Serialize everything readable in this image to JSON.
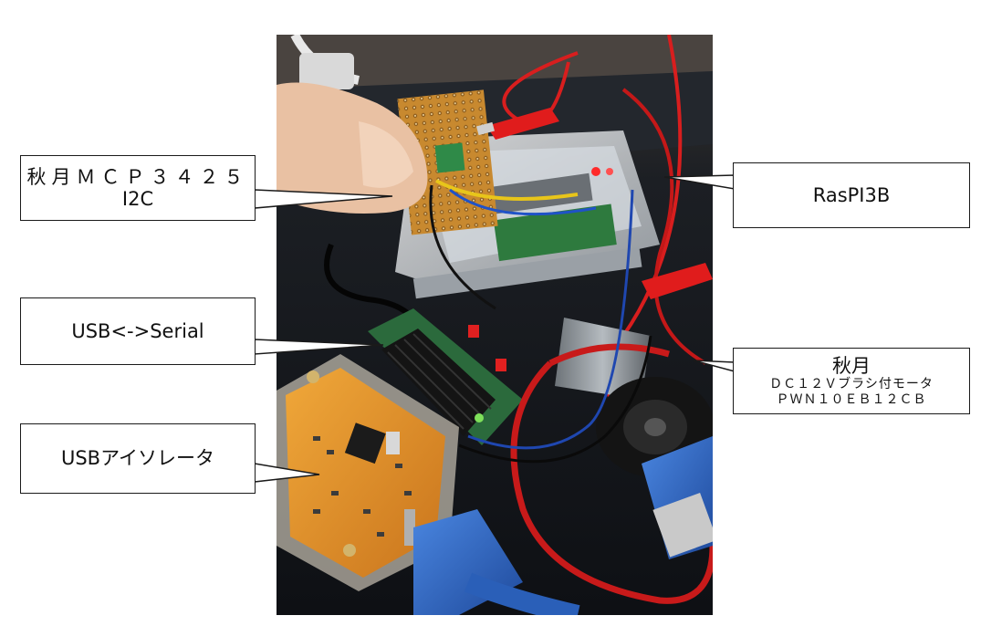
{
  "photo": {
    "description_icon": "electronics-prototype-photo",
    "colors": {
      "background_table": "#15181c",
      "red_wire": "#d81e1e",
      "orange_pcb": "#e0902a",
      "protoboard": "#c8892f",
      "green_pcb": "#2f6e3a",
      "blue_cable": "#2a5fb8"
    }
  },
  "callouts": {
    "mcp3425": {
      "line1": "秋月ＭＣＰ３４２５",
      "line2": "I2C"
    },
    "raspi": {
      "label": "RasPI3B"
    },
    "usb_serial": {
      "label": "USB<->Serial"
    },
    "motor": {
      "line1": "秋月",
      "line2": "ＤＣ１２Ｖブラシ付モータ",
      "line3": "ＰＷＮ１０ＥＢ１２ＣＢ"
    },
    "isolator": {
      "label": "USBアイソレータ"
    }
  }
}
